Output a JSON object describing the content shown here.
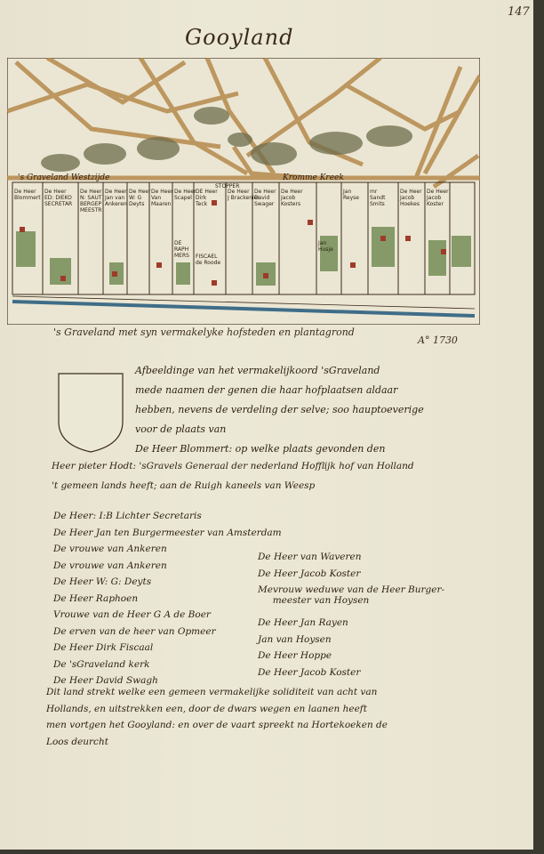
{
  "page_number": "147",
  "title": "Gooyland",
  "map": {
    "district_left": "'s Graveland Westzijde",
    "district_mid": "STOPPER",
    "district_right": "Kromme Kreek",
    "plot_labels": [
      "De Heer\nBlommert",
      "De Heer\nED: DIEKO\nSECRETAR",
      "De Heer\nN: SAUT\nBERGEP\nMEESTR",
      "De Heer\nJan van\nAnkeren",
      "De Heer\nW: G\nDeyts",
      "De Heer\nVan\nMaaren",
      "De Heer\nScapel",
      "DE Heer\nDirk\nTeck",
      "DE\nRAPH\nMERS",
      "FISCAEL\nde Roode",
      "De Heer\nJ Brackenier",
      "De Heer\nDavid\nSwager",
      "De Heer\nJacob\nKosters",
      "Jan\nHusje",
      "Jan\nReyse",
      "mr\nSandt\nSmits",
      "De Heer\nJacob\nHoekes",
      "De Heer\nJacob\nKoster"
    ]
  },
  "caption": "'s Graveland met syn vermakelyke hofsteden en plantagrond",
  "year": "A° 1730",
  "shield_icon": "shield-icon",
  "intro_lines": [
    "Afbeeldinge van het vermakelijkoord 'sGraveland",
    "mede naamen der genen die haar hofplaatsen aldaar",
    "hebben, nevens de verdeling der selve; soo hauptoeverige",
    "voor de plaats van",
    "De Heer Blommert: op welke plaats gevonden den"
  ],
  "paragraph_lines": [
    "Heer pieter Hodt: 'sGravels Generaal der nederland Hofflijk hof van Holland",
    "'t gemeen lands heeft; aan de Ruigh kaneels van Weesp"
  ],
  "names_left": [
    "De Heer: I:B Lichter Secretaris",
    "De Heer Jan ten Burgermeester van Amsterdam",
    "De vrouwe van Ankeren",
    "De vrouwe van Ankeren",
    "De Heer W: G: Deyts",
    "De Heer Raphoen",
    "Vrouwe van de Heer G A de Boer",
    "De erven van de heer van Opmeer",
    "De Heer Dirk Fiscaal",
    "De 'sGraveland kerk",
    "De Heer David Swagh"
  ],
  "names_right": [
    "De Heer van Waveren",
    "De Heer Jacob Koster",
    "Mevrouw weduwe van de Heer Burger-\n     meester van Hoysen",
    "De Heer Jan Rayen",
    "Jan van Hoysen",
    "De Heer Hoppe",
    "De Heer Jacob Koster"
  ],
  "closing_lines": [
    "Dit land strekt welke een gemeen vermakelijke soliditeit van acht van",
    "Hollands, en uitstrekken een, door de dwars wegen en laanen heeft",
    "men vortgen het Gooyland: en over de vaart spreekt na Hortekoeken de",
    "Loos deurcht"
  ],
  "colors": {
    "paper": "#ebe6d3",
    "ink": "#3b2a1a",
    "road": "#b58a4c",
    "canal": "#3f6d88",
    "tree": "#5b7a3c"
  }
}
